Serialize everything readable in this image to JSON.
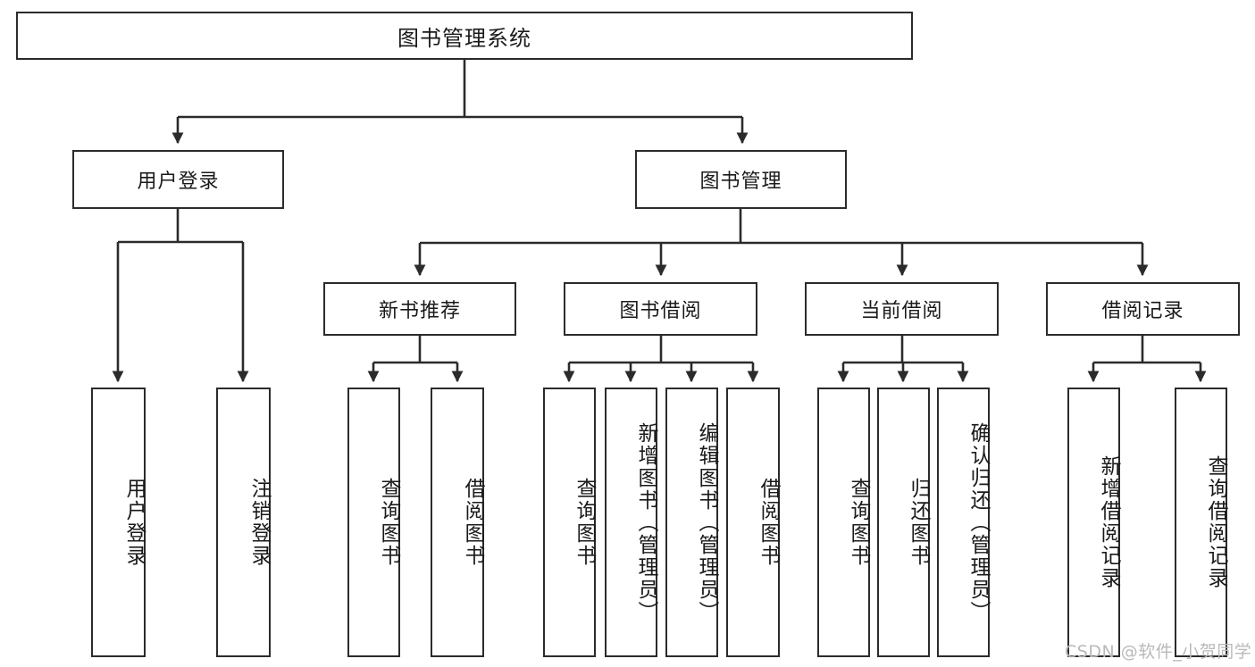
{
  "diagram": {
    "title": "图书管理系统",
    "watermark": "CSDN @软件_小贺同学",
    "colors": {
      "box_border": "#2b2b2b",
      "box_fill": "#ffffff",
      "connector": "#2b2b2b",
      "text": "#1a1a1a",
      "watermark": "#b9b9b9"
    },
    "levels": {
      "root": [
        "图书管理系统"
      ],
      "level2": [
        "用户登录",
        "图书管理"
      ],
      "level3": [
        "新书推荐",
        "图书借阅",
        "当前借阅",
        "借阅记录"
      ],
      "leaves": [
        "用户登录",
        "注销登录",
        "查询图书",
        "借阅图书",
        "查询图书",
        "新增图书（管理员）",
        "编辑图书（管理员）",
        "借阅图书",
        "查询图书",
        "归还图书",
        "确认归还（管理员）",
        "新增借阅记录",
        "查询借阅记录"
      ]
    },
    "nodes": {
      "root": {
        "label": "图书管理系统"
      },
      "user_login": {
        "label": "用户登录"
      },
      "book_manage": {
        "label": "图书管理"
      },
      "new_book_rec": {
        "label": "新书推荐"
      },
      "book_borrow": {
        "label": "图书借阅"
      },
      "current_borrow": {
        "label": "当前借阅"
      },
      "borrow_record": {
        "label": "借阅记录"
      },
      "leaf_user_login": {
        "label": "用户登录"
      },
      "leaf_logout": {
        "label": "注销登录"
      },
      "leaf_query_book_a": {
        "label": "查询图书"
      },
      "leaf_borrow_book_a": {
        "label": "借阅图书"
      },
      "leaf_query_book_b": {
        "label": "查询图书"
      },
      "leaf_add_book": {
        "label": "新增图书（管理员）"
      },
      "leaf_edit_book": {
        "label": "编辑图书（管理员）"
      },
      "leaf_borrow_book_b": {
        "label": "借阅图书"
      },
      "leaf_query_book_c": {
        "label": "查询图书"
      },
      "leaf_return_book": {
        "label": "归还图书"
      },
      "leaf_confirm_return": {
        "label": "确认归还（管理员）"
      },
      "leaf_add_record": {
        "label": "新增借阅记录"
      },
      "leaf_query_record": {
        "label": "查询借阅记录"
      }
    }
  }
}
